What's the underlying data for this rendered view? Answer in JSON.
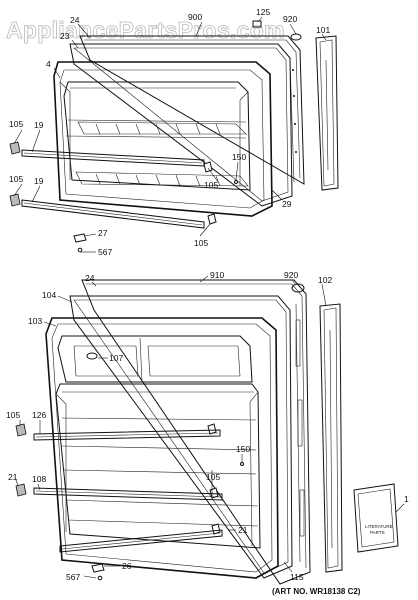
{
  "watermark": "AppliancePartsPros.com",
  "art_number": "(ART NO. WR18138 C2)",
  "literature_label": [
    "LITERATURE",
    "PARTS"
  ],
  "freezer_labels": [
    "24",
    "900",
    "125",
    "920",
    "23",
    "101",
    "4",
    "105",
    "19",
    "150",
    "105",
    "19",
    "29",
    "105",
    "27",
    "105",
    "567"
  ],
  "fresh_food_labels": [
    "24",
    "910",
    "920",
    "102",
    "104",
    "103",
    "107",
    "105",
    "126",
    "150",
    "105",
    "21",
    "108",
    "21",
    "26",
    "1",
    "115",
    "567"
  ]
}
